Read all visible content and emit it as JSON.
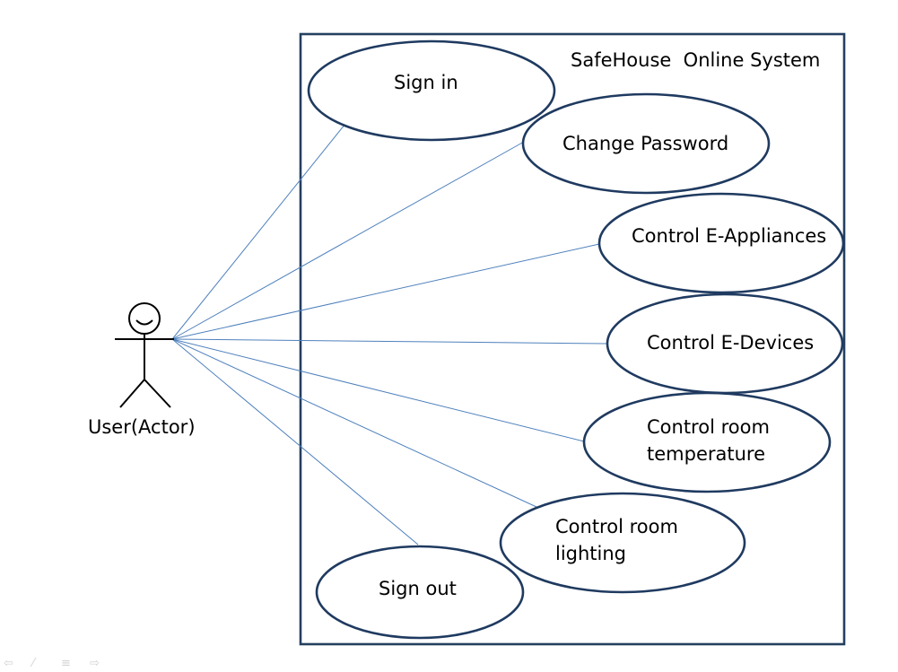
{
  "system": {
    "title": "SafeHouse  Online System"
  },
  "actor": {
    "label": "User(Actor)"
  },
  "use_cases": [
    {
      "id": "sign-in",
      "lines": [
        "Sign in"
      ]
    },
    {
      "id": "change-password",
      "lines": [
        "Change Password"
      ]
    },
    {
      "id": "control-e-appliances",
      "lines": [
        "Control E-Appliances"
      ]
    },
    {
      "id": "control-e-devices",
      "lines": [
        "Control E-Devices"
      ]
    },
    {
      "id": "control-room-temperature",
      "lines": [
        "Control room",
        "temperature"
      ]
    },
    {
      "id": "control-room-lighting",
      "lines": [
        "Control room",
        "lighting"
      ]
    },
    {
      "id": "sign-out",
      "lines": [
        "Sign out"
      ]
    }
  ],
  "colors": {
    "association_line": "#4F81BD",
    "ellipse_border": "#1F3A60",
    "boundary_border": "#243F60",
    "nav_icons": "#D3D3D3"
  },
  "nav_icons": [
    "previous-slide-icon",
    "pen-icon",
    "menu-icon",
    "next-slide-icon"
  ]
}
